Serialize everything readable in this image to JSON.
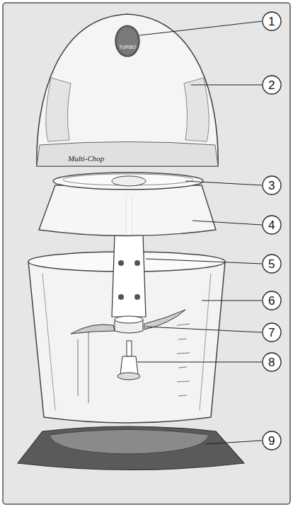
{
  "diagram": {
    "labels": [
      "1",
      "2",
      "3",
      "4",
      "5",
      "6",
      "7",
      "8",
      "9",
      "TURBO",
      "Multi-Chop"
    ]
  }
}
